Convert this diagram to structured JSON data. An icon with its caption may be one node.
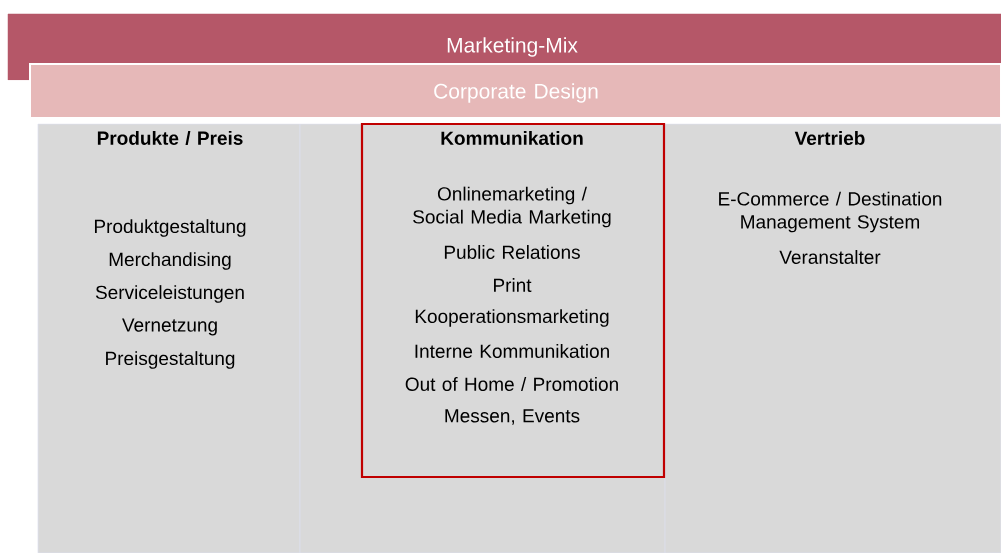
{
  "diagram": {
    "nodes": [
      {
        "text": [
          "Marketing-Mix"
        ]
      },
      {
        "text": [
          "Corporate Design"
        ]
      },
      {
        "text": [
          "Produkte / Preis",
          "Produktgestaltung",
          "Merchandising",
          "Serviceleistungen",
          "Vernetzung",
          "Preisgestaltung"
        ]
      },
      {
        "text": [],
        "shape": "box"
      },
      {
        "text": [
          "Kommunikation",
          "Onlinemarketing / Social Media Marketing",
          "Public Relations",
          "Print",
          "Kooperationsmarketing",
          "Interne Kommunikation",
          "Out of Home / Promotion",
          "Messen, Events"
        ],
        "in": 3
      },
      {
        "text": [
          "Vertrieb",
          "E-Commerce / Destination Management System",
          "Veranstalter"
        ]
      }
    ]
  }
}
